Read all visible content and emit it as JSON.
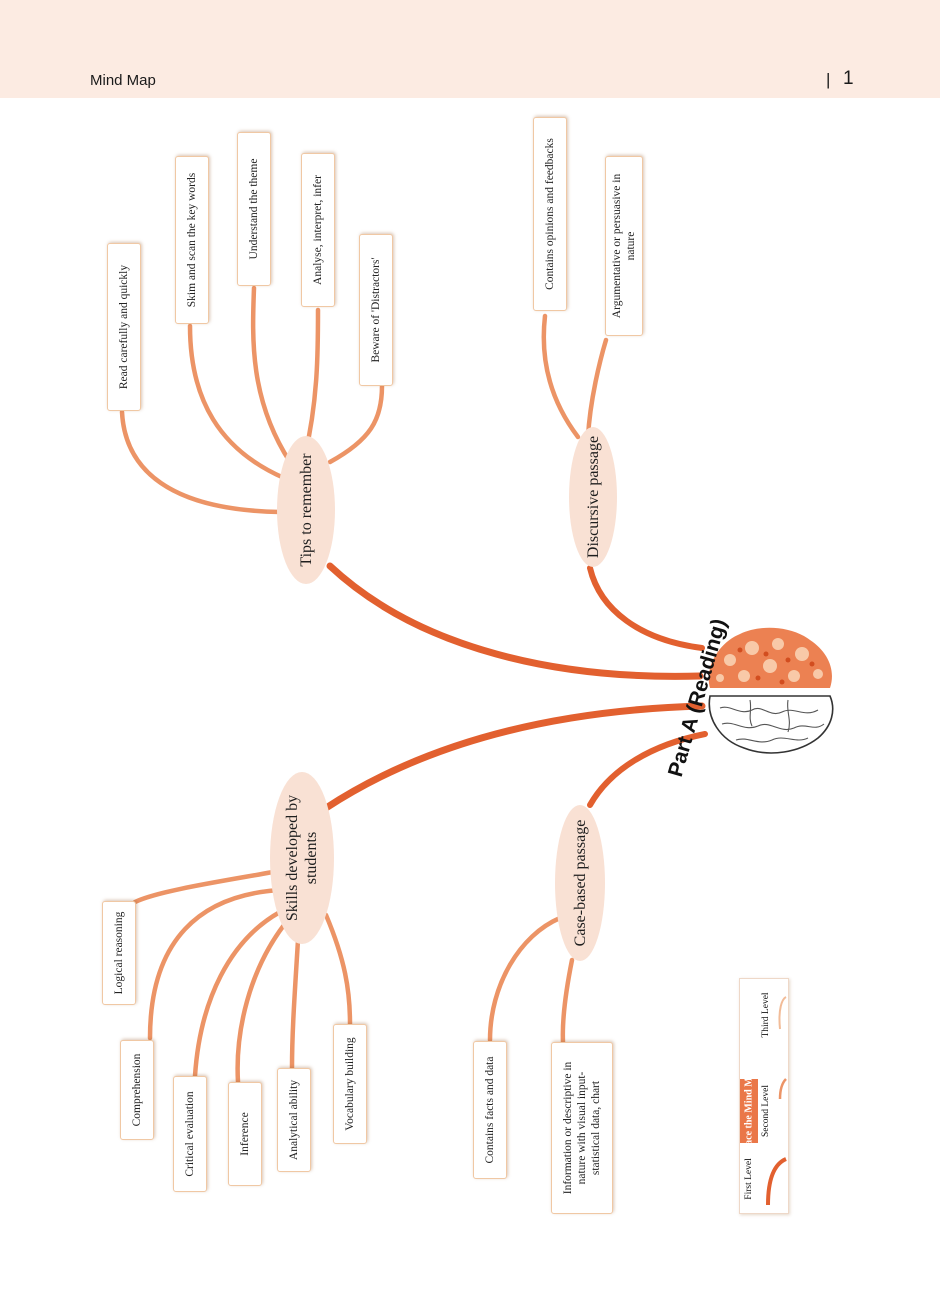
{
  "header": {
    "title": "Mind Map",
    "separator": "|",
    "page_number": "1"
  },
  "center": {
    "label": "Part A (Reading)"
  },
  "branches": {
    "tips": {
      "label": "Tips to remember",
      "leaves": [
        "Read carefully and quickly",
        "Skim and scan the key words",
        "Understand the theme",
        "Analyse,  interpret, infer",
        "Beware of 'Distractors'"
      ]
    },
    "discursive": {
      "label": "Discursive passage",
      "leaves": [
        "Contains opinions and feedbacks",
        "Argumentative or persuasive in nature"
      ]
    },
    "skills": {
      "label": "Skills developed by students",
      "leaves": [
        "Logical reasoning",
        "Comprehension",
        "Critical evaluation",
        "Inference",
        "Analytical ability",
        "Vocabulary building"
      ]
    },
    "case": {
      "label": "Case-based passage",
      "leaves": [
        "Contains facts and data",
        "Information or descriptive in nature with  visual input- statistical data, chart"
      ]
    }
  },
  "legend": {
    "title": "Trace the  Mind Map",
    "items": [
      "First Level",
      "Second Level",
      "Third Level"
    ]
  },
  "colors": {
    "first_level": "#e2602f",
    "second_level": "#ec9466",
    "third_level": "#f2bc98",
    "header_bg": "#fcebe2",
    "node_fill": "#f9e1d4"
  }
}
